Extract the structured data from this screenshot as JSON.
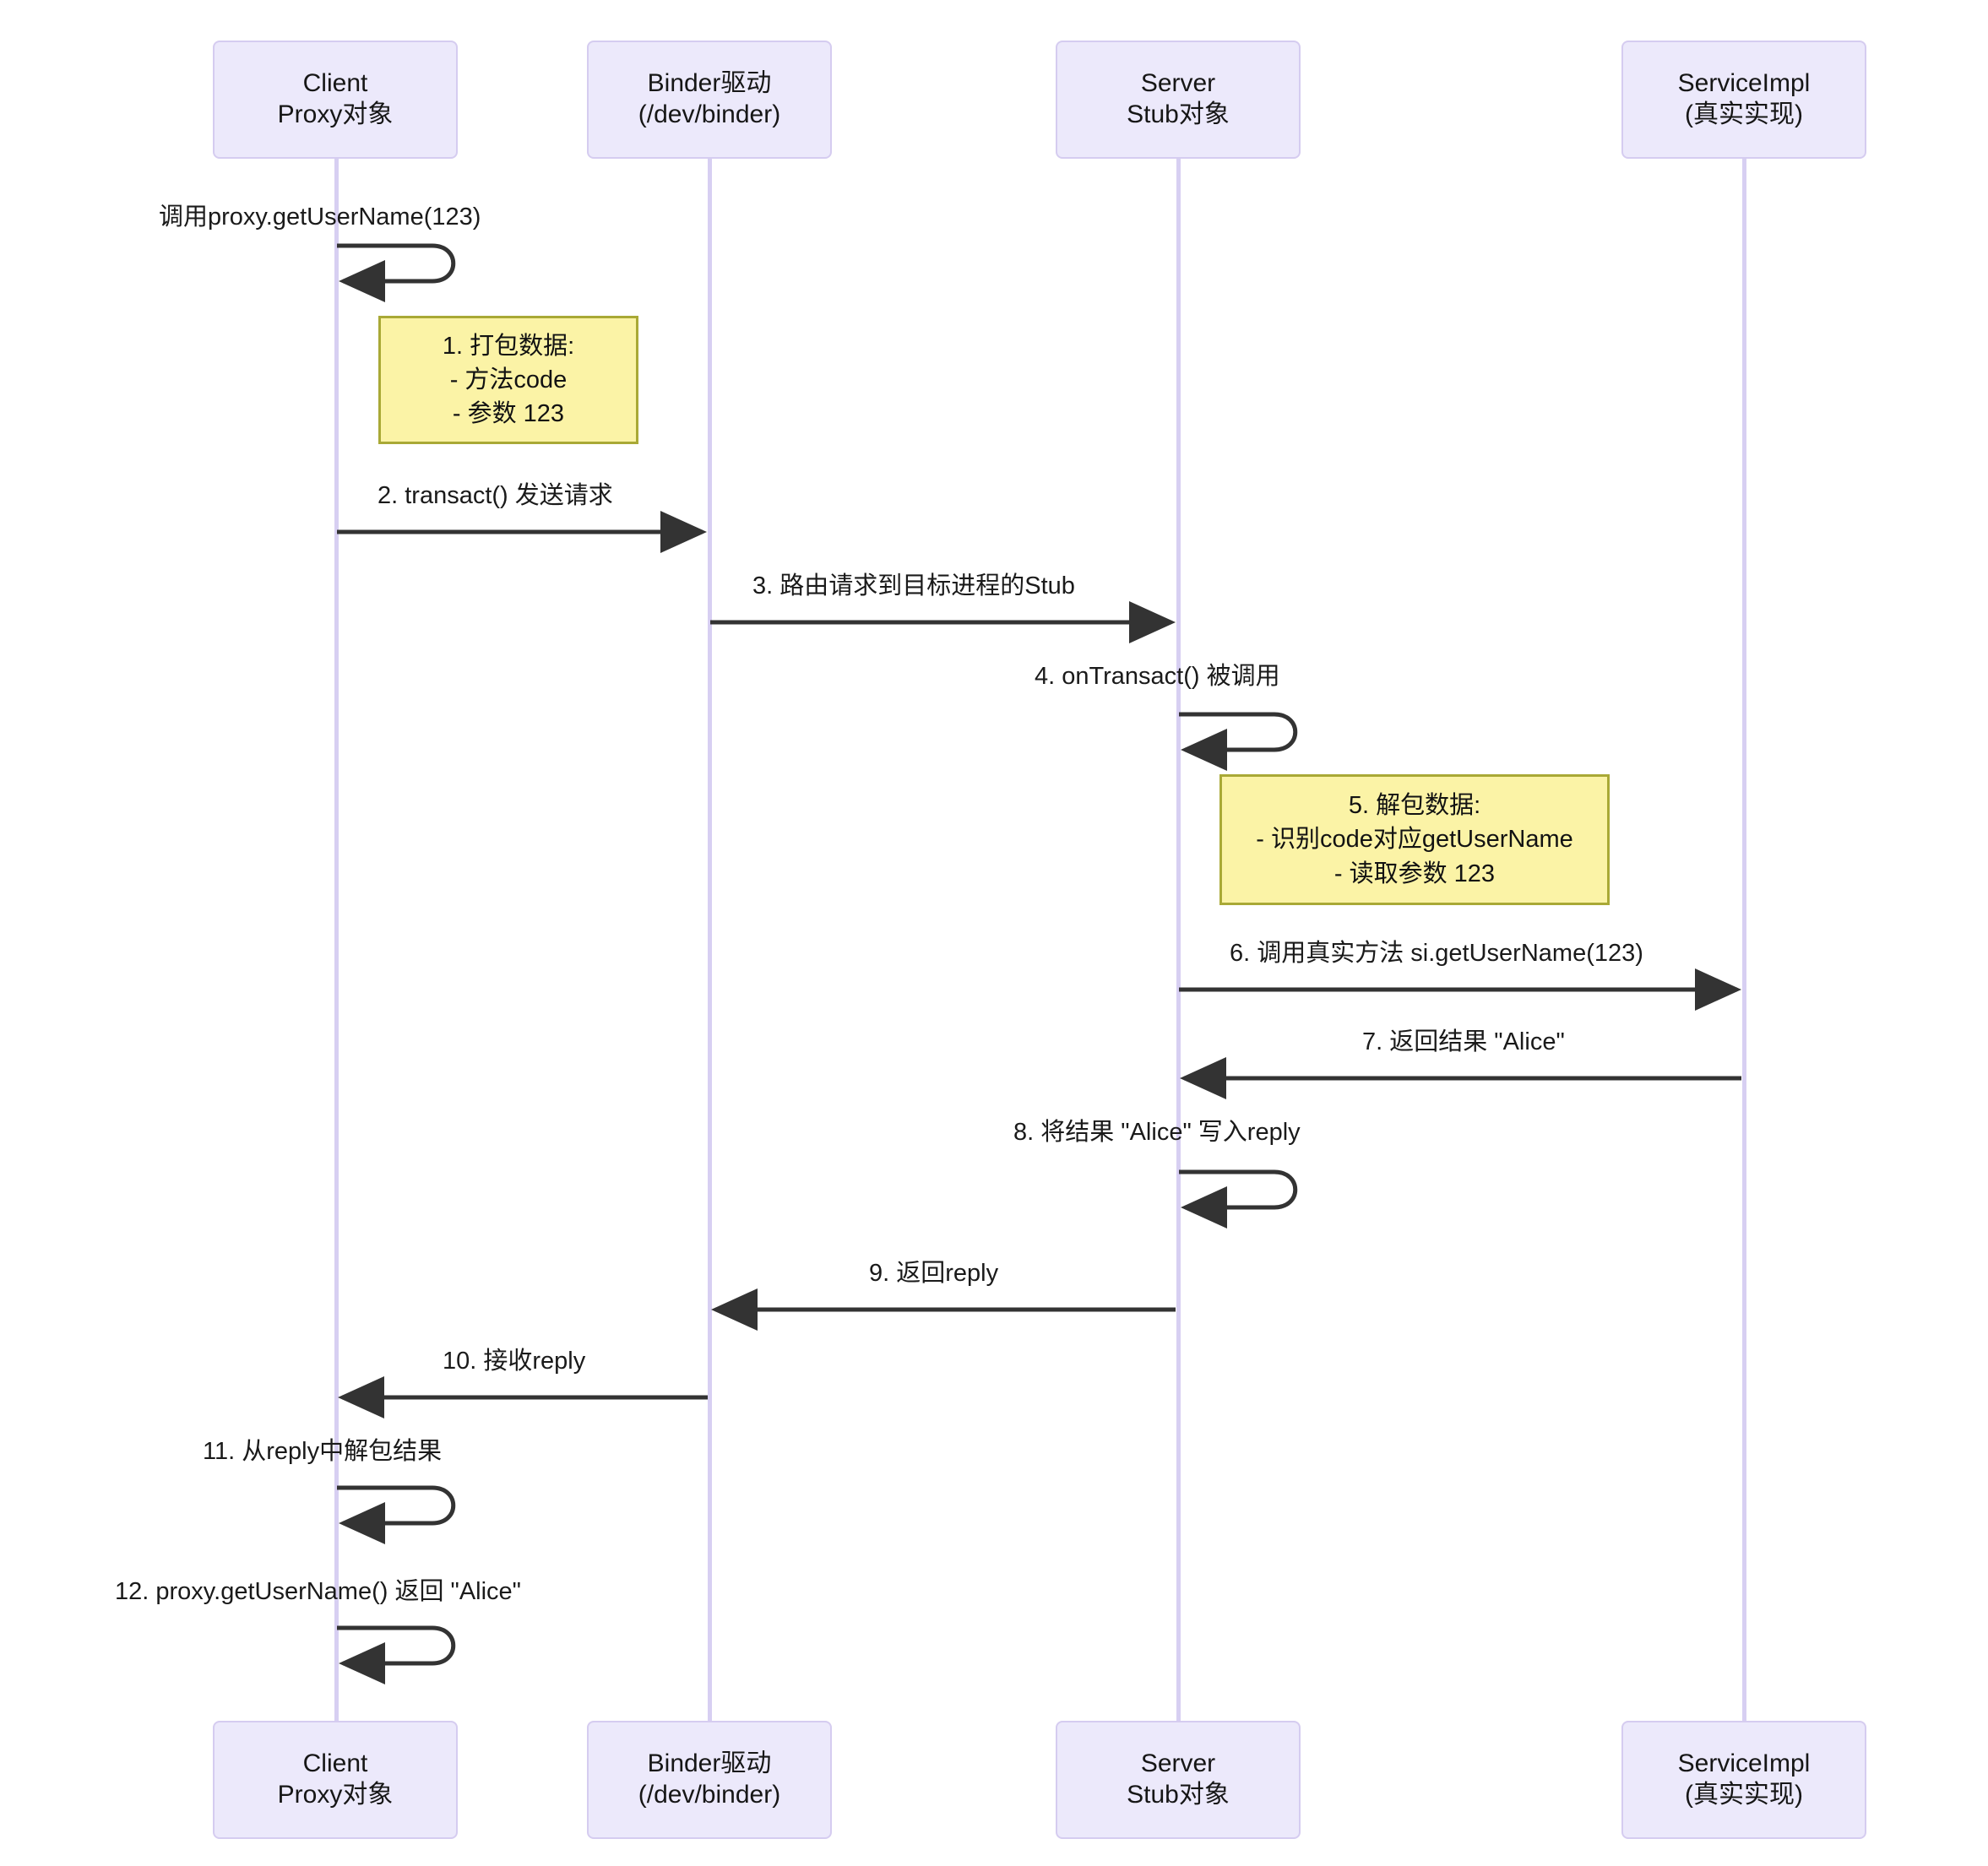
{
  "diagram": {
    "type": "sequence-diagram",
    "title": "",
    "colors": {
      "participant_fill": "#ece9fb",
      "participant_border": "#d5ccf0",
      "lifeline": "#d7cff2",
      "note_fill": "#fbf3a6",
      "note_border": "#a9a936",
      "arrow": "#333333",
      "text": "#1a1a1a",
      "background": "#ffffff"
    }
  },
  "participants": [
    {
      "id": "client",
      "line1": "Client",
      "line2": "Proxy对象"
    },
    {
      "id": "binder",
      "line1": "Binder驱动",
      "line2": "(/dev/binder)"
    },
    {
      "id": "server",
      "line1": "Server",
      "line2": "Stub对象"
    },
    {
      "id": "service",
      "line1": "ServiceImpl",
      "line2": "(真实实现)"
    }
  ],
  "messages": [
    {
      "n": "",
      "label": "调用proxy.getUserName(123)",
      "from": "client",
      "to": "client",
      "kind": "self"
    },
    {
      "n": "2",
      "label": "2. transact() 发送请求",
      "from": "client",
      "to": "binder",
      "kind": "forward"
    },
    {
      "n": "3",
      "label": "3. 路由请求到目标进程的Stub",
      "from": "binder",
      "to": "server",
      "kind": "forward"
    },
    {
      "n": "4",
      "label": "4. onTransact() 被调用",
      "from": "server",
      "to": "server",
      "kind": "self"
    },
    {
      "n": "6",
      "label": "6. 调用真实方法 si.getUserName(123)",
      "from": "server",
      "to": "service",
      "kind": "forward"
    },
    {
      "n": "7",
      "label": "7. 返回结果 \"Alice\"",
      "from": "service",
      "to": "server",
      "kind": "backward"
    },
    {
      "n": "8",
      "label": "8. 将结果 \"Alice\" 写入reply",
      "from": "server",
      "to": "server",
      "kind": "self"
    },
    {
      "n": "9",
      "label": "9. 返回reply",
      "from": "server",
      "to": "binder",
      "kind": "backward"
    },
    {
      "n": "10",
      "label": "10. 接收reply",
      "from": "binder",
      "to": "client",
      "kind": "backward"
    },
    {
      "n": "11",
      "label": "11. 从reply中解包结果",
      "from": "client",
      "to": "client",
      "kind": "self"
    },
    {
      "n": "12",
      "label": "12. proxy.getUserName() 返回 \"Alice\"",
      "from": "client",
      "to": "client",
      "kind": "self"
    }
  ],
  "notes": [
    {
      "id": "note-1",
      "over": "binder",
      "lines": [
        "1. 打包数据:",
        "- 方法code",
        "- 参数 123"
      ]
    },
    {
      "id": "note-2",
      "over": "service",
      "lines": [
        "5. 解包数据:",
        "- 识别code对应getUserName",
        "- 读取参数 123"
      ]
    }
  ]
}
